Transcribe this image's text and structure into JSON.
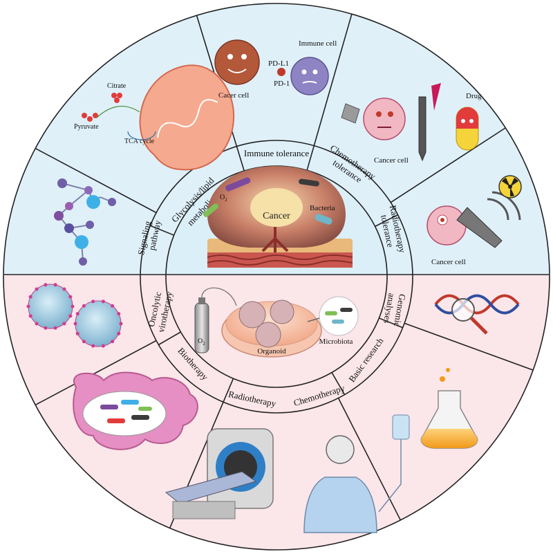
{
  "center": {
    "cancer_label": "Cancer",
    "bacteria_label": "Bacteria",
    "o2_top": "O",
    "o2_top_sub": "2",
    "organoid_label": "Organoid",
    "microbiota_label": "Microbiota",
    "o2_tank": "O",
    "o2_tank_sub": "2"
  },
  "ring": {
    "glycolysis_l1": "Glycolysis/lipid",
    "glycolysis_l2": "metabolism",
    "immune": "Immune tolerance",
    "chemo_tol_l1": "Chemotherapy",
    "chemo_tol_l2": "tolerance",
    "radio_tol_l1": "Radiotherapy",
    "radio_tol_l2": "tolerance",
    "genomic_l1": "Genomic",
    "genomic_l2": "analyses",
    "basic": "Basic research",
    "chemotherapy": "Chemotherapy",
    "radiotherapy": "Radiotherapy",
    "biotherapy": "Biotherapy",
    "oncolytic_l1": "Oncolytic",
    "oncolytic_l2": "virotherapy",
    "signaling_l1": "Signaling",
    "signaling_l2": "pathway"
  },
  "outer": {
    "citrate": "Citrate",
    "pyruvate": "Pyruvate",
    "tca": "TCA cycle",
    "immune_cell": "Immune cell",
    "pdl1": "PD-L1",
    "pd1": "PD-1",
    "cacer_cell": "Cacer cell",
    "drug": "Drug",
    "cancer_cell_chemo": "Cancer cell",
    "cancer_cell_radio": "Cancer cell"
  },
  "colors": {
    "top_fill": "#dff0f9",
    "bottom_fill": "#fbe6ea",
    "center_top": "#dbeff8",
    "center_bottom": "#fbe6ea",
    "line": "#222222"
  }
}
